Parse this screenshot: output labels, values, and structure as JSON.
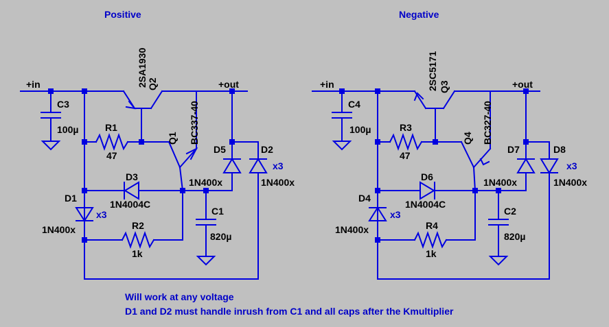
{
  "titles": {
    "left": "Positive",
    "right": "Negative"
  },
  "left": {
    "in": "+in",
    "out": "+out",
    "Q2": "Q2",
    "Q2_part": "2SA1930",
    "Q1": "Q1",
    "Q1_part": "BC337-40",
    "C3": "C3",
    "C3_val": "100µ",
    "R1": "R1",
    "R1_val": "47",
    "D3": "D3",
    "D3_part": "1N4004C",
    "D1": "D1",
    "D1_part": "1N400x",
    "D1_mult": "x3",
    "R2": "R2",
    "R2_val": "1k",
    "D5": "D5",
    "D2": "D2",
    "D2_mult": "x3",
    "D5_part": "1N400x",
    "D2_part": "1N400x",
    "C1": "C1",
    "C1_val": "820µ"
  },
  "right": {
    "in": "+in",
    "out": "+out",
    "Q3": "Q3",
    "Q3_part": "2SC5171",
    "Q4": "Q4",
    "Q4_part": "BC327-40",
    "C4": "C4",
    "C4_val": "100µ",
    "R3": "R3",
    "R3_val": "47",
    "D6": "D6",
    "D6_part": "1N4004C",
    "D4": "D4",
    "D4_part": "1N400x",
    "D4_mult": "x3",
    "R4": "R4",
    "R4_val": "1k",
    "D7": "D7",
    "D8": "D8",
    "D8_mult": "x3",
    "D7_part": "1N400x",
    "D8_part": "1N400x",
    "C2": "C2",
    "C2_val": "820µ"
  },
  "notes": {
    "line1": "Will work at any voltage",
    "line2": "D1 and D2 must handle inrush from C1 and all caps after the Kmultiplier"
  }
}
